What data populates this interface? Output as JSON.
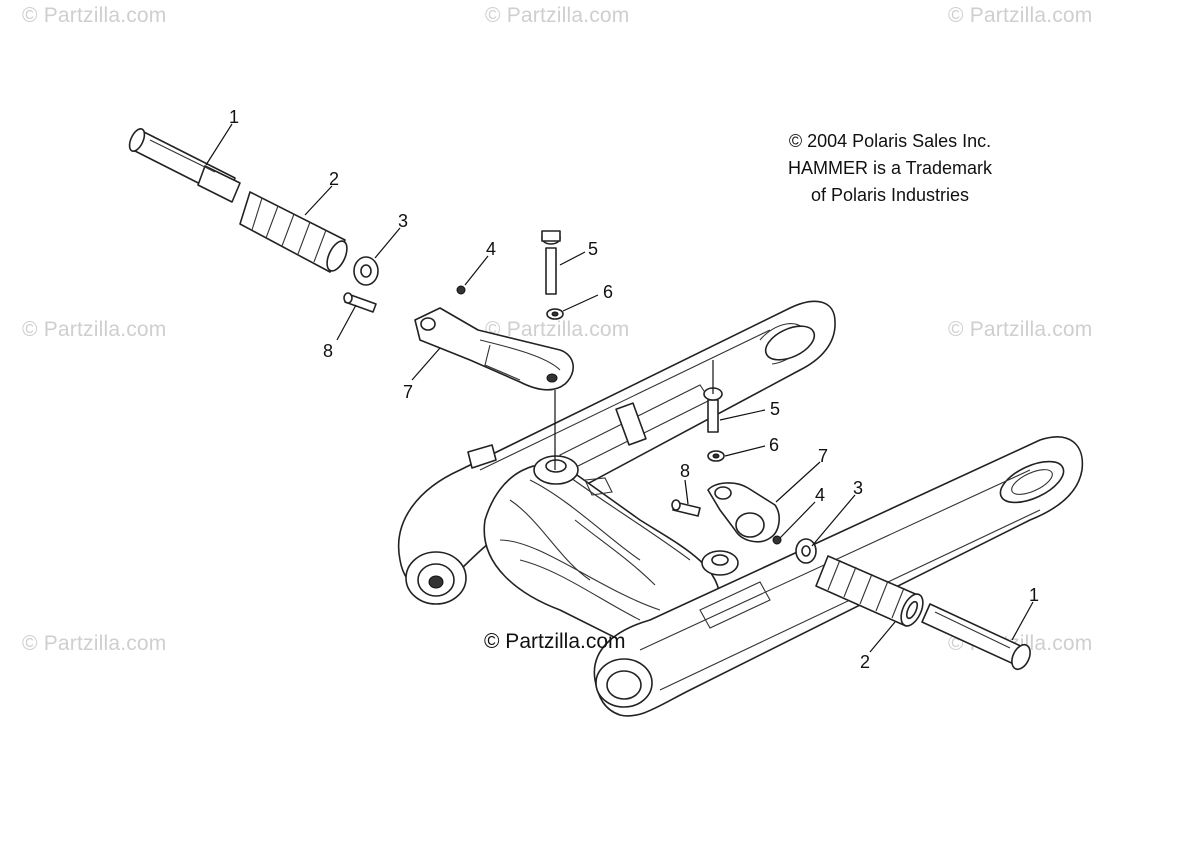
{
  "watermarks": [
    "© Partzilla.com",
    "© Partzilla.com",
    "© Partzilla.com",
    "© Partzilla.com",
    "© Partzilla.com",
    "© Partzilla.com",
    "© Partzilla.com",
    "© Partzilla.com"
  ],
  "copyright": {
    "line1": "© 2004 Polaris Sales Inc.",
    "line2": "HAMMER is a Trademark",
    "line3": "of Polaris Industries"
  },
  "center_watermark": "© Partzilla.com",
  "callouts": {
    "left_1": "1",
    "left_2": "2",
    "left_3": "3",
    "left_4": "4",
    "left_5": "5",
    "left_6": "6",
    "left_7": "7",
    "left_8": "8",
    "right_1": "1",
    "right_2": "2",
    "right_3": "3",
    "right_4": "4",
    "right_5": "5",
    "right_6": "6",
    "right_7": "7",
    "right_8": "8"
  },
  "colors": {
    "line": "#222222",
    "watermark": "#cfcfcf",
    "background": "#ffffff"
  }
}
